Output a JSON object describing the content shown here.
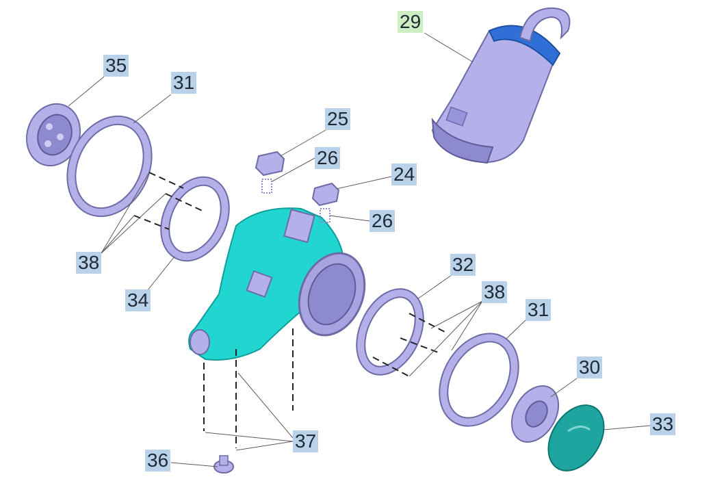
{
  "colors": {
    "callout_bg": "#b9d1e9",
    "callout_highlight_bg": "#cdeec2",
    "part_lavender": "#b4b0ea",
    "housing_cyan": "#21d6d0",
    "cover_teal": "#1ea5a0",
    "blue_trim": "#2f6fd6"
  },
  "callouts": [
    {
      "id": "p29",
      "label": "29"
    },
    {
      "id": "p35",
      "label": "35"
    },
    {
      "id": "p31a",
      "label": "31"
    },
    {
      "id": "p25",
      "label": "25"
    },
    {
      "id": "p26a",
      "label": "26"
    },
    {
      "id": "p24",
      "label": "24"
    },
    {
      "id": "p26b",
      "label": "26"
    },
    {
      "id": "p38a",
      "label": "38"
    },
    {
      "id": "p34",
      "label": "34"
    },
    {
      "id": "p32",
      "label": "32"
    },
    {
      "id": "p38b",
      "label": "38"
    },
    {
      "id": "p31b",
      "label": "31"
    },
    {
      "id": "p30",
      "label": "30"
    },
    {
      "id": "p33",
      "label": "33"
    },
    {
      "id": "p37",
      "label": "37"
    },
    {
      "id": "p36",
      "label": "36"
    }
  ]
}
